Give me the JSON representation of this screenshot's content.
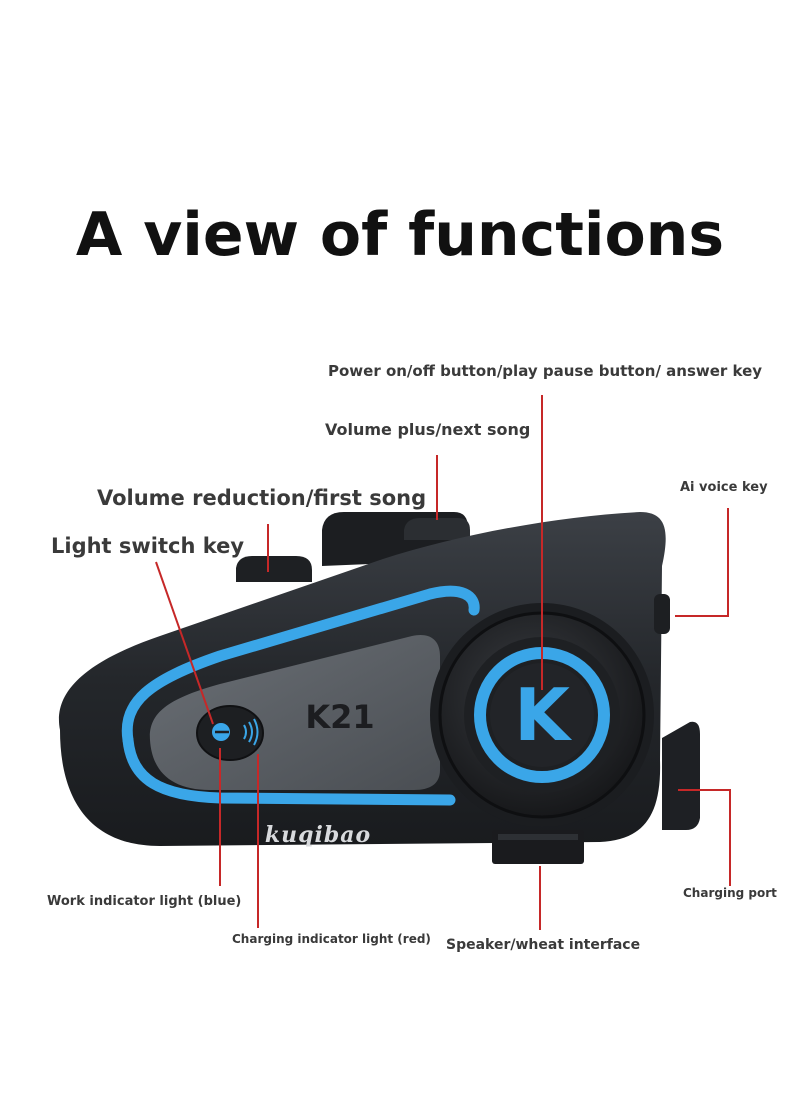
{
  "title": "A view of functions",
  "device": {
    "model_label": "K21",
    "center_badge_letter": "K",
    "brand_text": "kuqibao",
    "accent_color": "#3aa6e8",
    "body_color": "#2a2d31",
    "pointer_line_color": "#c62828"
  },
  "labels": {
    "power": "Power on/off button/play pause button/ answer key",
    "volume_plus": "Volume plus/next song",
    "volume_reduction": "Volume reduction/first song",
    "light_switch": "Light switch key",
    "ai_voice": "Ai voice key",
    "work_indicator": "Work indicator light (blue)",
    "charging_indicator": "Charging indicator light (red)",
    "speaker_interface": "Speaker/wheat interface",
    "charging_port": "Charging port"
  }
}
